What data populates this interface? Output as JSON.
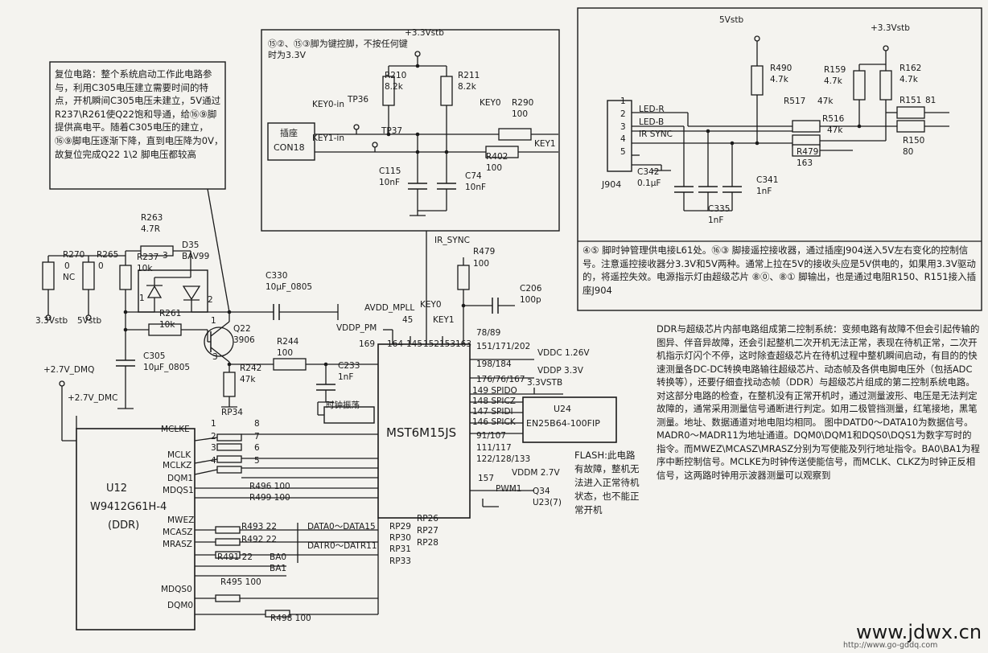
{
  "notes": {
    "reset": "复位电路：整个系统启动工作此电路参与，利用C305电压建立需要时间的特点，开机瞬间C305电压未建立，5V通过R237\\R261使Q22饱和导通，给⑯⑨脚提供高电平。随着C305电压的建立，⑯⑨脚电压逐渐下降，直到电压降为0V，故复位完成Q22 1\\2 脚电压都较高",
    "keypad": "⑮②、⑮③脚为键控脚，不按任何键时为3.3V",
    "led": "④⑤ 脚时钟管理供电接L61处。⑯③ 脚接遥控接收器，通过插座J904送入5V左右变化的控制信号。注意遥控接收器分3.3V和5V两种。通常上拉在5V的接收头应是5V供电的，如果用3.3V驱动的，将遥控失效。电源指示灯由超级芯片 ⑧⓪、⑧① 脚输出，也是通过电阻R150、R151接入插座J904",
    "ddr": "DDR与超级芯片内部电路组成第二控制系统：变频电路有故障不但会引起传输的图异、伴音异故障，还会引起整机二次开机无法正常，表现在待机正常，二次开机指示灯闪个不停，这时除查超级芯片在待机过程中整机瞬间启动，有目的的快速测量各DC-DC转换电路输往超级芯片、动态帧及各供电脚电压外（包括ADC转换等），还要仔细查找动态帧（DDR）与超级芯片组成的第二控制系统电路。对这部分电路的检查，在整机没有正常开机时，通过测量波形、电压是无法判定故障的，通常采用测量信号通断进行判定。如用二极管挡测量，红笔接地，黑笔测量。地址、数据通道对地电阻均相同。 图中DATD0～DATA10为数据信号。MADR0～MADR11为地址通道。DQM0\\DQM1和DQS0\\DQS1为数字写时的指令。而MWEZ\\MCASZ\\MRASZ分别为写使能及列行地址指令。BA0\\BA1为程序中断控制信号。MCLKE为时钟传送使能信号，而MCLK、CLKZ为时钟正反相信号，这两路时钟用示波器测量可以观察到",
    "flash": "FLASH:此电路有故障，整机无法进入正常待机状态，也不能正常开机"
  },
  "chips": {
    "main": "MST6M15JS",
    "ddr_ref": "U12",
    "ddr_part": "W9412G61H-4",
    "ddr_type": "(DDR)",
    "flash_ref": "U24",
    "flash_part": "EN25B64-100FIP",
    "connector_name": "插座",
    "connector_ref": "CON18",
    "j904_ref": "J904"
  },
  "labels": [
    "R263",
    "4.7R",
    "D35",
    "BAV99",
    "R270",
    "0",
    "NC",
    "R265",
    "0",
    "R237",
    "10k",
    "3",
    "1",
    "2",
    "3.3Vstb",
    "5Vstb",
    "R261",
    "10k",
    "Q22",
    "3906",
    "1",
    "3",
    "C305",
    "10μF_0805",
    "+2.7V_DMQ",
    "+2.7V_DMC",
    "R242",
    "47k",
    "R244",
    "100",
    "C330",
    "10μF_0805",
    "C233",
    "1nF",
    "时钟振荡",
    "AVDD_MPLL",
    "KEY0",
    "KEY1",
    "VDDP_PM",
    "45",
    "169",
    "164",
    "145",
    "152",
    "153",
    "163",
    "IR_SYNC",
    "R479",
    "100",
    "C206",
    "100p",
    "78/89",
    "151/171/202",
    "VDDC 1.26V",
    "198/184",
    "VDDP 3.3V",
    "176/76/167",
    "3.3VSTB",
    "149 SPIDO",
    "148 SPICZ",
    "147 SPIDI",
    "146 SPICK",
    "91/107",
    "111/117",
    "122/128/133",
    "VDDM 2.7V",
    "157",
    "PWM1",
    "Q34",
    "U23(7)",
    "RP34",
    "8",
    "7",
    "6",
    "5",
    "1",
    "2",
    "3",
    "4",
    "MCLKE",
    "MCLK",
    "MCLKZ",
    "DQM1",
    "MDQS1",
    "R496 100",
    "R499 100",
    "MWEZ",
    "MCASZ",
    "MRASZ",
    "R493 22",
    "R492 22",
    "R491 22",
    "BA0",
    "BA1",
    "DATA0～DATA15",
    "DATR0～DATR11",
    "RP29",
    "RP30",
    "RP31",
    "RP33",
    "RP26",
    "RP27",
    "RP28",
    "MDQS0",
    "DQM0",
    "R495 100",
    "R498 100",
    "+3.3Vstb",
    "R210",
    "8.2k",
    "R211",
    "8.2k",
    "KEY0-in",
    "TP36",
    "KEY1-in",
    "TP37",
    "KEY0",
    "R290",
    "100",
    "KEY1",
    "R402",
    "100",
    "C115",
    "10nF",
    "C74",
    "10nF",
    "5Vstb",
    "+3.3Vstb",
    "R490",
    "4.7k",
    "R159",
    "4.7k",
    "R162",
    "4.7k",
    "1",
    "2",
    "3",
    "4",
    "5",
    "LED-R",
    "LED-B",
    "IR SYNC",
    "R517",
    "47k",
    "R516",
    "47k",
    "R479",
    "163",
    "R151",
    "81",
    "R150",
    "80",
    "C342",
    "0.1μF",
    "C341",
    "1nF",
    "C335",
    "1nF"
  ],
  "watermark": {
    "site": "www.jdwx.cn",
    "sub": "http://www.go-gddq.com"
  }
}
